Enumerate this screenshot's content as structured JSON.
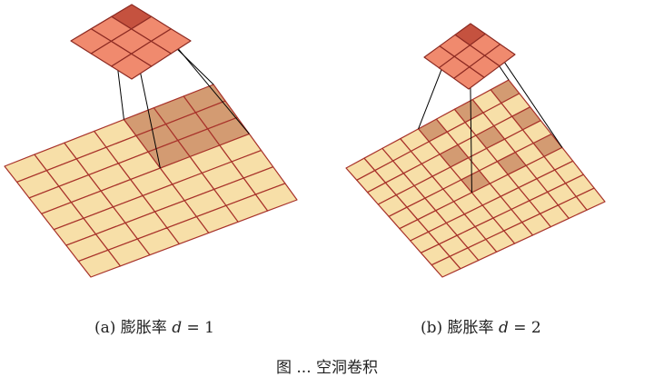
{
  "panels": [
    {
      "id": "a",
      "caption": "(a) 膨胀率 d = 1",
      "caption_prefix": "(a) 膨胀率 ",
      "caption_var": "d",
      "caption_suffix": " = 1",
      "dilation": 1,
      "input_size": 7,
      "kernel_size": 3
    },
    {
      "id": "b",
      "caption": "(b) 膨胀率 d = 2",
      "caption_prefix": "(b) 膨胀率 ",
      "caption_var": "d",
      "caption_suffix": " = 2",
      "dilation": 2,
      "input_size": 9,
      "kernel_size": 3
    }
  ],
  "figure_title": "图 ... 空洞卷积",
  "colors": {
    "input_cell": "#f7dfa8",
    "sampled_cell": "#d39b72",
    "grid_line": "#a8322a",
    "output_cell": "#f08a6e",
    "output_highlight": "#c5523f",
    "output_line": "#8c2a22",
    "projection_line": "#000000"
  }
}
